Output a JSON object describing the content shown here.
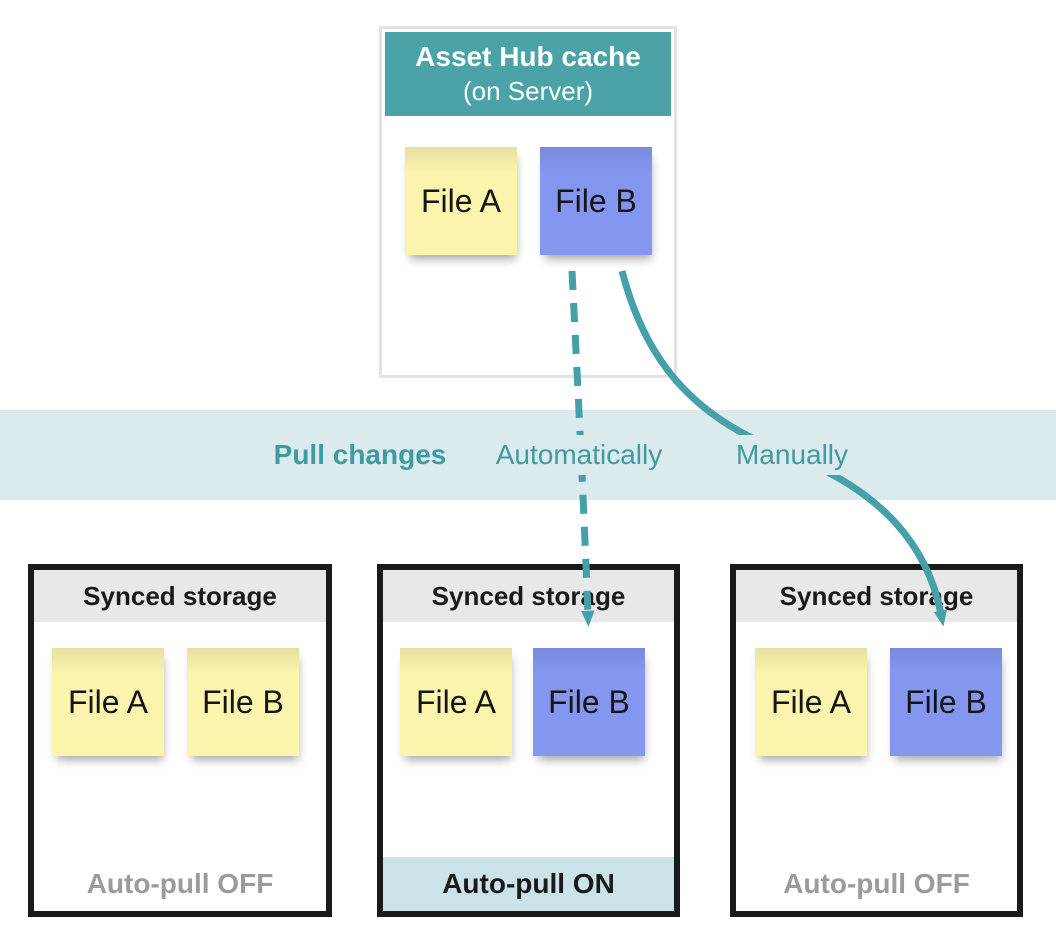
{
  "cache_box": {
    "title": "Asset Hub cache",
    "subtitle": "(on Server)",
    "files": [
      {
        "label": "File A",
        "color": "#FAF4AD"
      },
      {
        "label": "File B",
        "color": "#8496F0"
      }
    ]
  },
  "pull_band": {
    "heading": "Pull changes",
    "modes": [
      {
        "label": "Automatically",
        "arrow": "dashed"
      },
      {
        "label": "Manually",
        "arrow": "solid"
      }
    ]
  },
  "storage_boxes": [
    {
      "title": "Synced storage",
      "files": [
        {
          "label": "File A",
          "color": "#FAF4AD"
        },
        {
          "label": "File B",
          "color": "#FAF4AD"
        }
      ],
      "footer": "Auto-pull OFF",
      "auto_pull": "OFF"
    },
    {
      "title": "Synced storage",
      "files": [
        {
          "label": "File A",
          "color": "#FAF4AD"
        },
        {
          "label": "File B",
          "color": "#8496F0"
        }
      ],
      "footer": "Auto-pull ON",
      "auto_pull": "ON"
    },
    {
      "title": "Synced storage",
      "files": [
        {
          "label": "File A",
          "color": "#FAF4AD"
        },
        {
          "label": "File B",
          "color": "#8496F0"
        }
      ],
      "footer": "Auto-pull OFF",
      "auto_pull": "OFF"
    }
  ],
  "colors": {
    "teal_header": "#4BA3A8",
    "teal_accent": "#45A0A7",
    "band_bg": "#DAEAED",
    "auto_pull_on_bg": "#CBE3E8",
    "note_yellow": "#FAF4AD",
    "note_blue": "#8496F0",
    "storage_header_bg": "#E8E8E8",
    "storage_border": "#1A1A1A",
    "muted_text": "#9B9B9B"
  }
}
